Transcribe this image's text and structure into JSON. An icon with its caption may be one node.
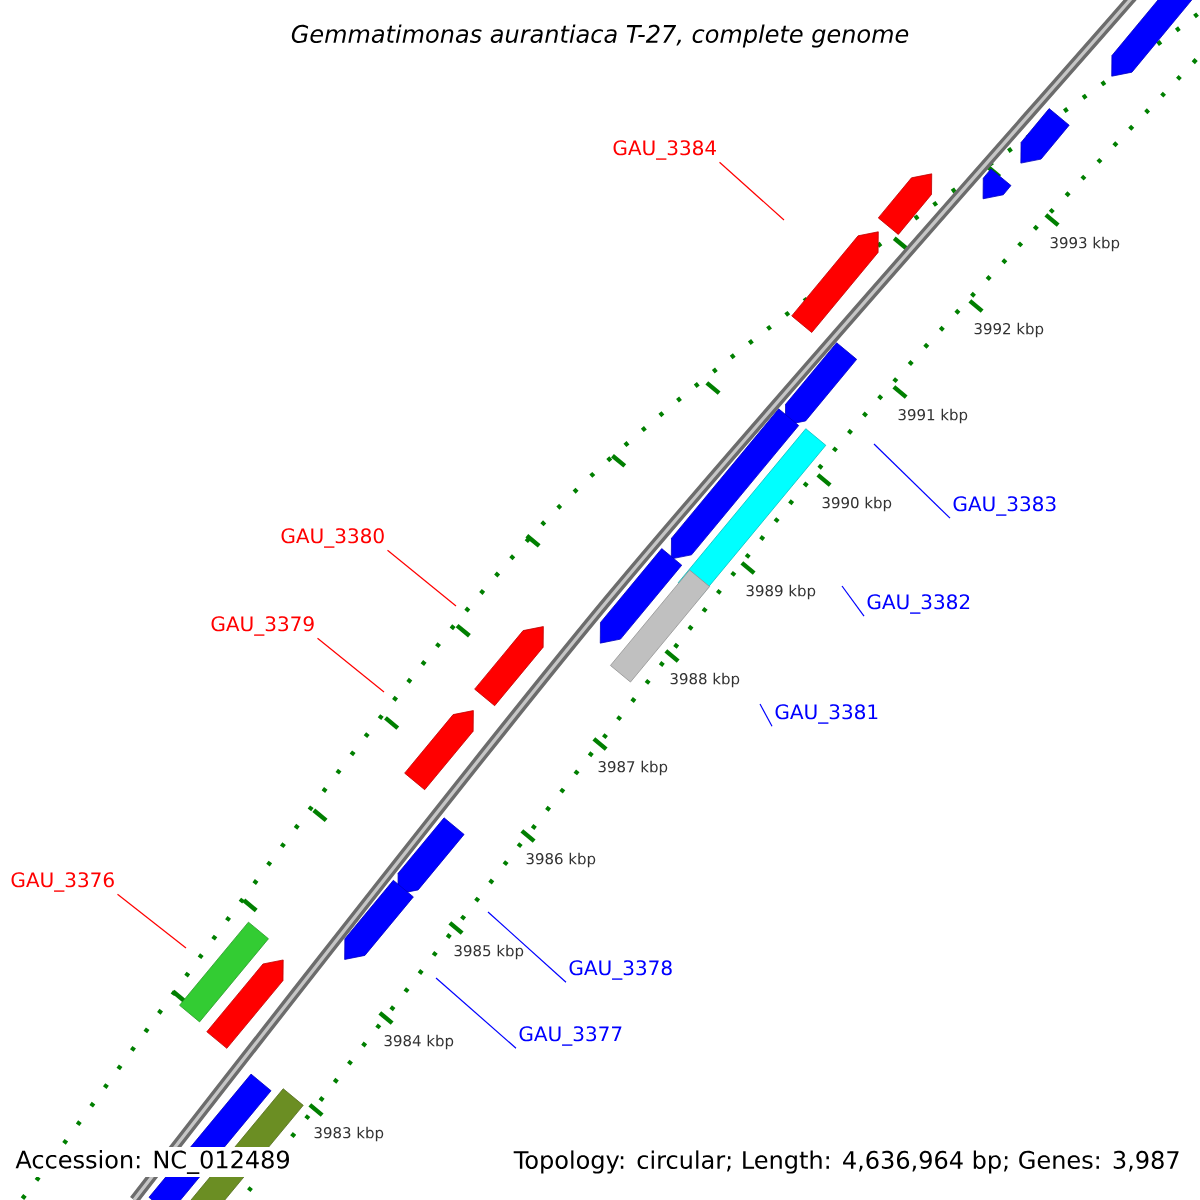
{
  "diagram": {
    "title": "Gemmatimonas aurantiaca T-27, complete genome",
    "nodes": [
      {
        "text": [
          "GAU_3384"
        ]
      },
      {
        "text": [
          "GAU_3383"
        ]
      },
      {
        "text": [
          "GAU_3380"
        ]
      },
      {
        "text": [
          "GAU_3382"
        ]
      },
      {
        "text": [
          "GAU_3379"
        ]
      },
      {
        "text": [
          "GAU_3381"
        ]
      },
      {
        "text": [
          "GAU_3376"
        ]
      },
      {
        "text": [
          "GAU_3378"
        ]
      },
      {
        "text": [
          "GAU_3377"
        ]
      }
    ],
    "edges": [
      {
        "from": 0,
        "to": null,
        "arrow": "none",
        "color": "#ff0000"
      },
      {
        "from": 1,
        "to": null,
        "arrow": "none"
      },
      {
        "from": 2,
        "to": null,
        "arrow": "none",
        "color": "#ff0000"
      },
      {
        "from": 3,
        "to": null,
        "arrow": "none"
      },
      {
        "from": 4,
        "to": null,
        "arrow": "none",
        "color": "#ff0000"
      },
      {
        "from": 5,
        "to": null,
        "arrow": "none"
      },
      {
        "from": 6,
        "to": null,
        "arrow": "none",
        "color": "#ff0000"
      },
      {
        "from": 7,
        "to": null,
        "arrow": "none"
      },
      {
        "from": 8,
        "to": null,
        "arrow": "none"
      }
    ],
    "labels": [
      "3993 kbp",
      "3992 kbp",
      "3991 kbp",
      "3990 kbp",
      "3989 kbp",
      "3988 kbp",
      "3987 kbp",
      "3986 kbp",
      "3985 kbp",
      "3984 kbp",
      "3983 kbp",
      "Accession: NC_012489",
      "Topology: circular; Length: 4,636,964 bp; Genes: 3,987"
    ]
  }
}
